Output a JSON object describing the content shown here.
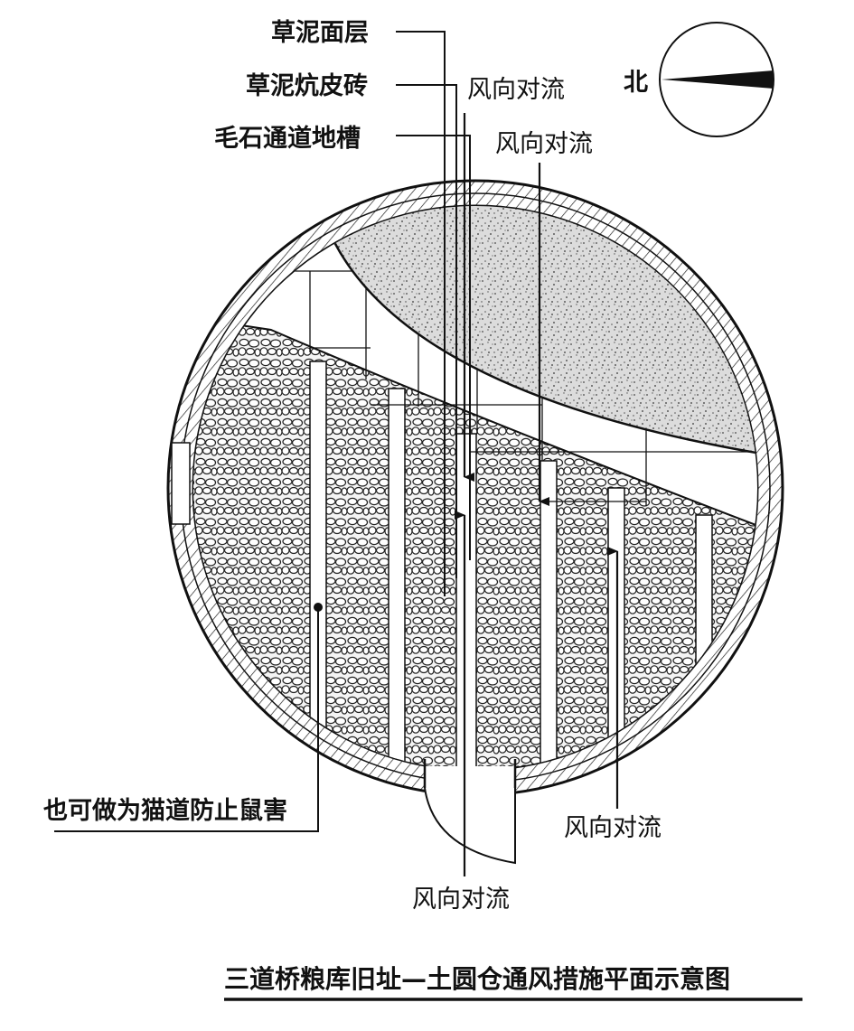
{
  "labels": {
    "surface_layer": "草泥面层",
    "kang_brick": "草泥炕皮砖",
    "rubble_channel": "毛石通道地槽",
    "airflow_1": "风向对流",
    "airflow_2": "风向对流",
    "airflow_3": "风向对流",
    "airflow_4": "风向对流",
    "cat_passage": "也可做为猫道防止鼠害",
    "north": "北"
  },
  "title": "三道桥粮库旧址—土圆仓通风措施平面示意图",
  "colors": {
    "ink": "#111111",
    "speckle_fill": "#d8d8d8",
    "rubble_fill": "#f2f2f2",
    "background": "#ffffff"
  }
}
